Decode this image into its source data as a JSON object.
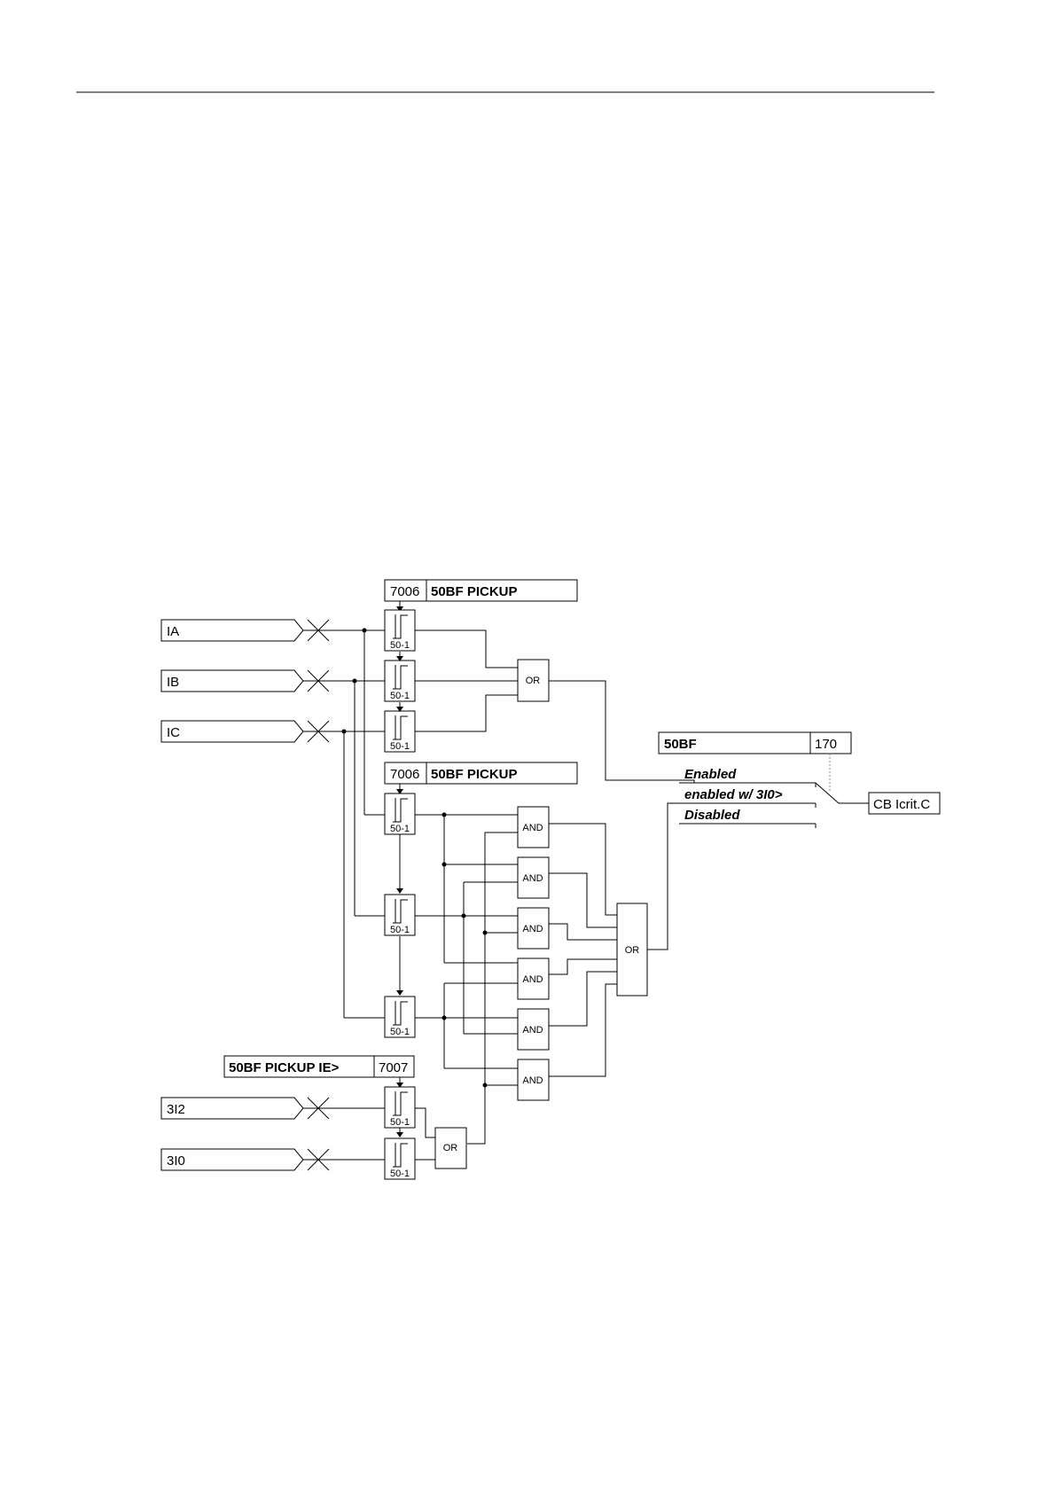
{
  "diagram": {
    "inputs": [
      {
        "id": "ia",
        "label": "IA"
      },
      {
        "id": "ib",
        "label": "IB"
      },
      {
        "id": "ic",
        "label": "IC"
      },
      {
        "id": "i2",
        "label": "3I2"
      },
      {
        "id": "i0",
        "label": "3I0"
      }
    ],
    "setting_boxes": {
      "top": {
        "addr": "7006",
        "name": "50BF PICKUP"
      },
      "middle": {
        "addr": "7006",
        "name": "50BF PICKUP"
      },
      "ground": {
        "addr": "7007",
        "name": "50BF PICKUP IE>"
      },
      "mode": {
        "addr": "170",
        "name": "50BF"
      }
    },
    "threshold_label": "50-1",
    "gates": {
      "or": "OR",
      "and": "AND"
    },
    "options": [
      "Enabled",
      "enabled w/ 3I0>",
      "Disabled"
    ],
    "output": "CB Icrit.C"
  }
}
